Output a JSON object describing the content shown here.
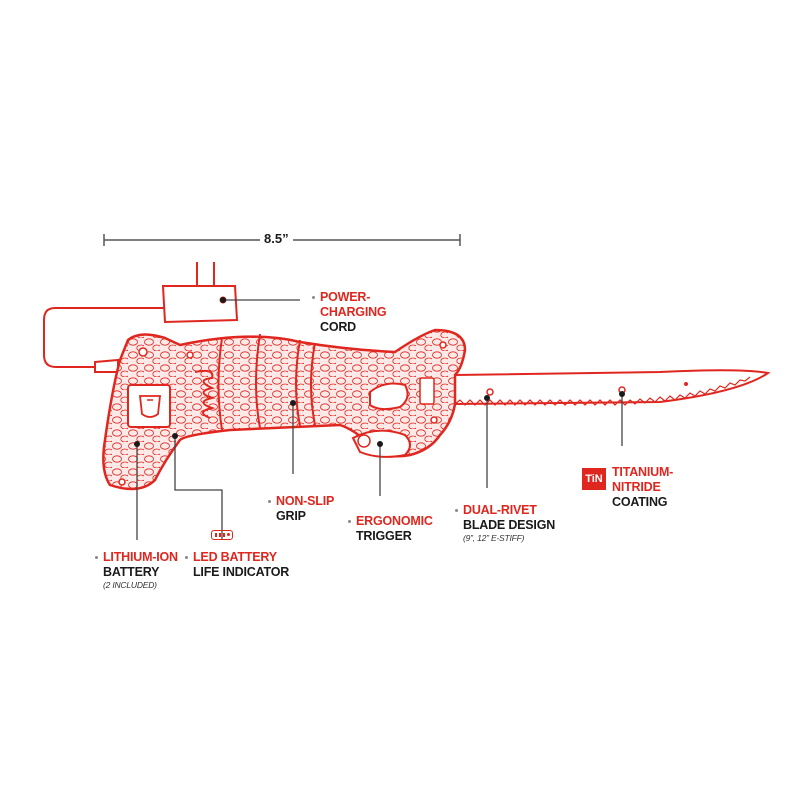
{
  "dimension": {
    "label": "8.5”"
  },
  "callouts": {
    "power_cord": {
      "line1": "POWER-",
      "line2": "CHARGING",
      "line3": "CORD"
    },
    "lithium_battery": {
      "line1": "LITHIUM-ION",
      "line2": "BATTERY",
      "note": "(2 INCLUDED)"
    },
    "led_indicator": {
      "line1": "LED BATTERY",
      "line2": "LIFE INDICATOR"
    },
    "grip": {
      "line1": "NON-SLIP",
      "line2": "GRIP"
    },
    "trigger": {
      "line1": "ERGONOMIC",
      "line2": "TRIGGER"
    },
    "blade": {
      "line1": "DUAL-RIVET",
      "line2": "BLADE DESIGN",
      "note": "(9”, 12” E-STIFF)"
    },
    "coating": {
      "badge": "TiN",
      "line1": "TITANIUM-",
      "line2": "NITRIDE",
      "line3": "COATING"
    }
  },
  "colors": {
    "accent": "#e0271f",
    "line": "#444444",
    "fill": "#fde9e7"
  },
  "icons": [
    "plug-icon",
    "led-battery-icon",
    "tin-badge-icon"
  ]
}
